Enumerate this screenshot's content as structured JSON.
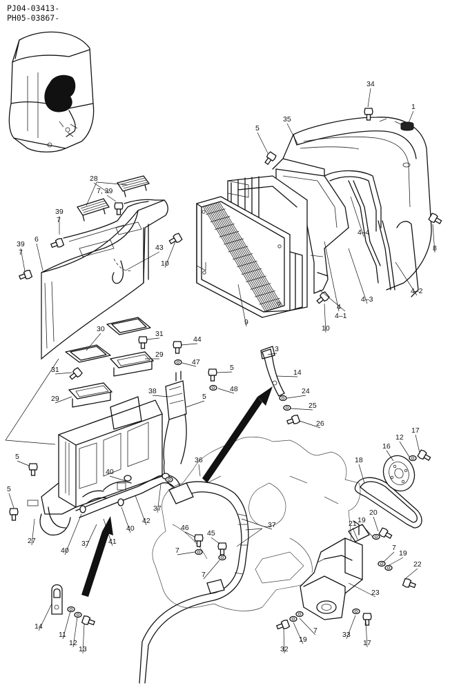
{
  "header": {
    "line1": "PJ04-03413-",
    "line2": "PH05-03867-"
  },
  "callouts": [
    {
      "id": "c1",
      "text": "1"
    },
    {
      "id": "c34",
      "text": "34"
    },
    {
      "id": "c35",
      "text": "35"
    },
    {
      "id": "c5a",
      "text": "5"
    },
    {
      "id": "c28",
      "text": "28"
    },
    {
      "id": "c7_39a",
      "text": "7, 39"
    },
    {
      "id": "c39a",
      "text": "39"
    },
    {
      "id": "c7a",
      "text": "7"
    },
    {
      "id": "c39b",
      "text": "39"
    },
    {
      "id": "c7b",
      "text": "7"
    },
    {
      "id": "c6",
      "text": "6"
    },
    {
      "id": "c43",
      "text": "43"
    },
    {
      "id": "c10a",
      "text": "10"
    },
    {
      "id": "c8",
      "text": "8"
    },
    {
      "id": "c4_4",
      "text": "4–4"
    },
    {
      "id": "c4_3",
      "text": "4–3"
    },
    {
      "id": "c4_2",
      "text": "4–2"
    },
    {
      "id": "c4",
      "text": "4"
    },
    {
      "id": "c4_1",
      "text": "4–1"
    },
    {
      "id": "c9",
      "text": "9"
    },
    {
      "id": "c10b",
      "text": "10"
    },
    {
      "id": "c30",
      "text": "30"
    },
    {
      "id": "c31a",
      "text": "31"
    },
    {
      "id": "c29a",
      "text": "29"
    },
    {
      "id": "c31b",
      "text": "31"
    },
    {
      "id": "c29b",
      "text": "29"
    },
    {
      "id": "c44",
      "text": "44"
    },
    {
      "id": "c47",
      "text": "47"
    },
    {
      "id": "c5b",
      "text": "5"
    },
    {
      "id": "c48",
      "text": "48"
    },
    {
      "id": "c38",
      "text": "38"
    },
    {
      "id": "c5c",
      "text": "5"
    },
    {
      "id": "c3",
      "text": "3"
    },
    {
      "id": "c14a",
      "text": "14"
    },
    {
      "id": "c24",
      "text": "24"
    },
    {
      "id": "c25",
      "text": "25"
    },
    {
      "id": "c26",
      "text": "26"
    },
    {
      "id": "c5d",
      "text": "5"
    },
    {
      "id": "c5e",
      "text": "5"
    },
    {
      "id": "c36",
      "text": "36"
    },
    {
      "id": "c40a",
      "text": "40"
    },
    {
      "id": "c37a",
      "text": "37"
    },
    {
      "id": "c40b",
      "text": "40"
    },
    {
      "id": "c42",
      "text": "42"
    },
    {
      "id": "c27",
      "text": "27"
    },
    {
      "id": "c40c",
      "text": "40"
    },
    {
      "id": "c37b",
      "text": "37"
    },
    {
      "id": "c41",
      "text": "41"
    },
    {
      "id": "c46",
      "text": "46"
    },
    {
      "id": "c45",
      "text": "45"
    },
    {
      "id": "c7c",
      "text": "7"
    },
    {
      "id": "c7d",
      "text": "7"
    },
    {
      "id": "c37c",
      "text": "37"
    },
    {
      "id": "c17a",
      "text": "17"
    },
    {
      "id": "c12a",
      "text": "12"
    },
    {
      "id": "c16",
      "text": "16"
    },
    {
      "id": "c18",
      "text": "18"
    },
    {
      "id": "c20",
      "text": "20"
    },
    {
      "id": "c19a",
      "text": "19"
    },
    {
      "id": "c21",
      "text": "21"
    },
    {
      "id": "c7e",
      "text": "7"
    },
    {
      "id": "c19b",
      "text": "19"
    },
    {
      "id": "c22",
      "text": "22"
    },
    {
      "id": "c23",
      "text": "23"
    },
    {
      "id": "c14b",
      "text": "14"
    },
    {
      "id": "c11",
      "text": "11"
    },
    {
      "id": "c12b",
      "text": "12"
    },
    {
      "id": "c13",
      "text": "13"
    },
    {
      "id": "c32",
      "text": "32"
    },
    {
      "id": "c19c",
      "text": "19"
    },
    {
      "id": "c7f",
      "text": "7"
    },
    {
      "id": "c33",
      "text": "33"
    },
    {
      "id": "c17b",
      "text": "17"
    }
  ]
}
